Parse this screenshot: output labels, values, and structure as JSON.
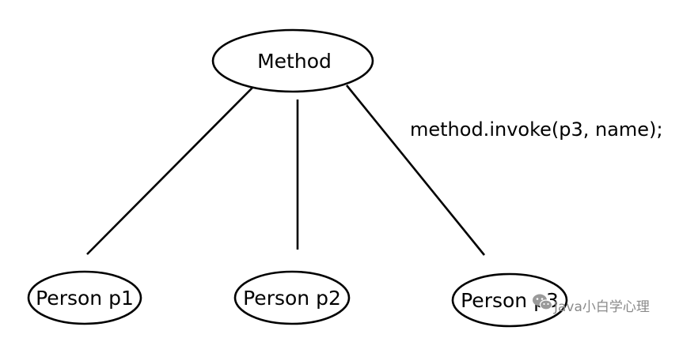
{
  "diagram": {
    "root": {
      "label": "Method"
    },
    "children": [
      {
        "label": "Person p1"
      },
      {
        "label": "Person p2"
      },
      {
        "label": "Person p3"
      }
    ],
    "annotation": "method.invoke(p3, name);"
  },
  "watermark": {
    "text": "Java小白学心理",
    "icon": "wechat-icon"
  },
  "colors": {
    "line": "#000000",
    "background": "#ffffff",
    "watermark": "#8a8a8a"
  }
}
